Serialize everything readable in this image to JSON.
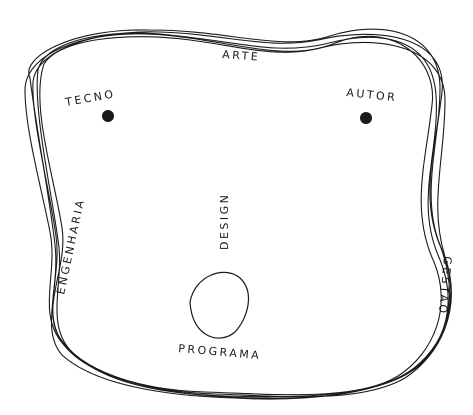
{
  "labels": {
    "arte": "ARTE",
    "tecno": "TECNO",
    "autor": "AUTOR",
    "design": "DESIGN",
    "engenharia": "ENGENHARIA",
    "gestao": "GESTÃO",
    "programa": "PROGRAMA"
  }
}
